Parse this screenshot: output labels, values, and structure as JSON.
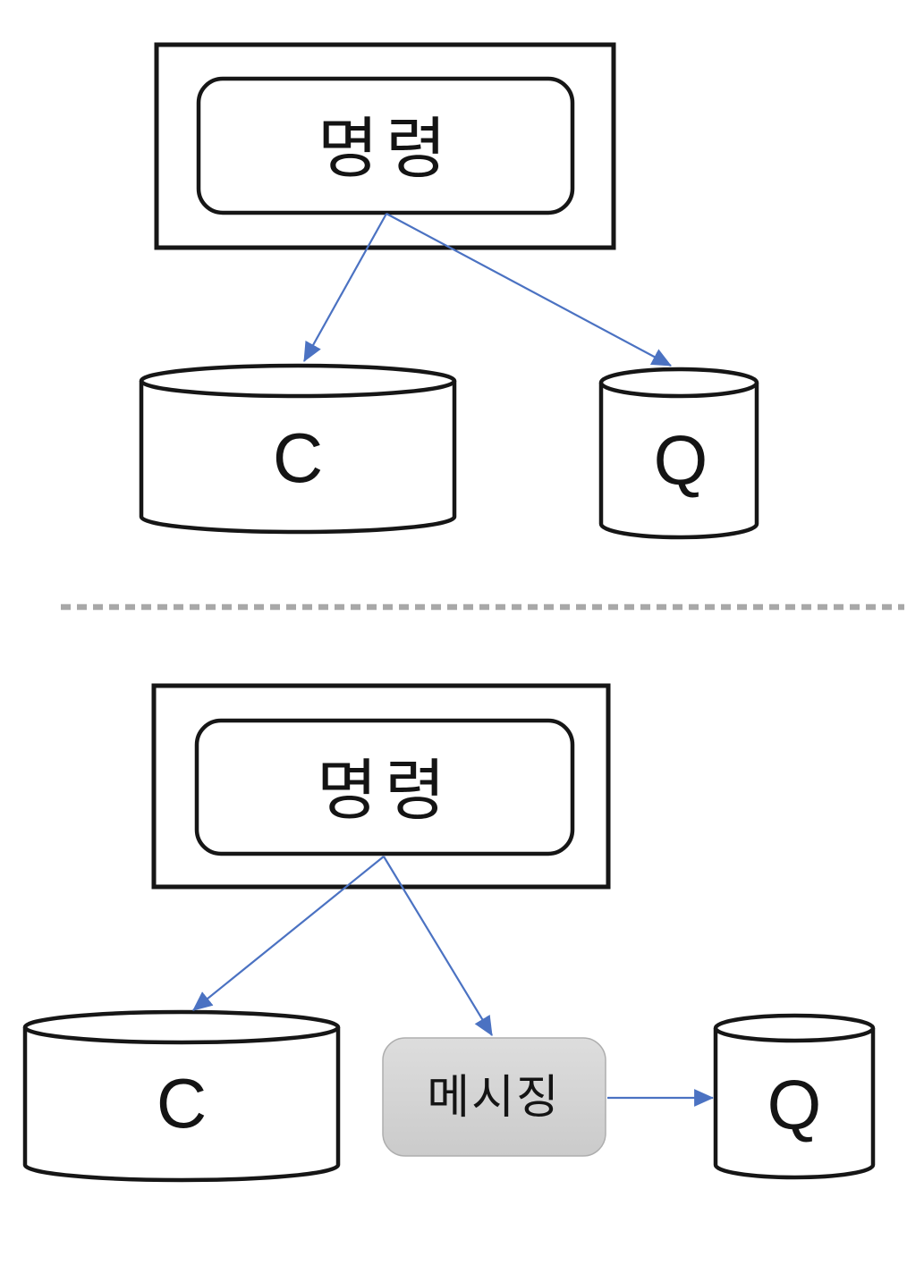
{
  "diagram": {
    "colors": {
      "arrow": "#4b72c2",
      "shape_stroke": "#161616",
      "messaging_fill_top": "#dddddd",
      "messaging_fill_bottom": "#cbcbcb",
      "messaging_border": "#aeaeae",
      "divider": "#a8a8a8"
    },
    "top_section": {
      "command_label": "명령",
      "c_label": "C",
      "q_label": "Q"
    },
    "bottom_section": {
      "command_label": "명령",
      "c_label": "C",
      "q_label": "Q",
      "messaging_label": "메시징"
    }
  }
}
